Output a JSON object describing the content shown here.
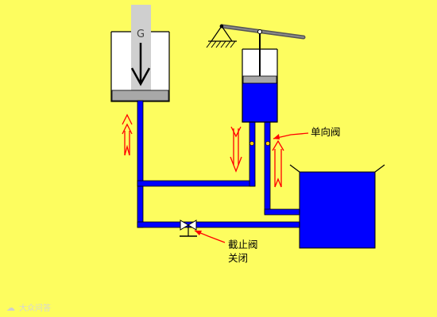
{
  "labels": {
    "load": "G",
    "check_valve": "单向阀",
    "stop_valve": "截止阀",
    "stop_valve_state": "关闭"
  },
  "colors": {
    "background": "#fdfd5f",
    "fluid": "#0000ff",
    "piston": "#a8a8a8",
    "load_column": "#cfcfcf",
    "arrow": "#ff0000",
    "outline": "#000000"
  },
  "watermark": "大众问答"
}
